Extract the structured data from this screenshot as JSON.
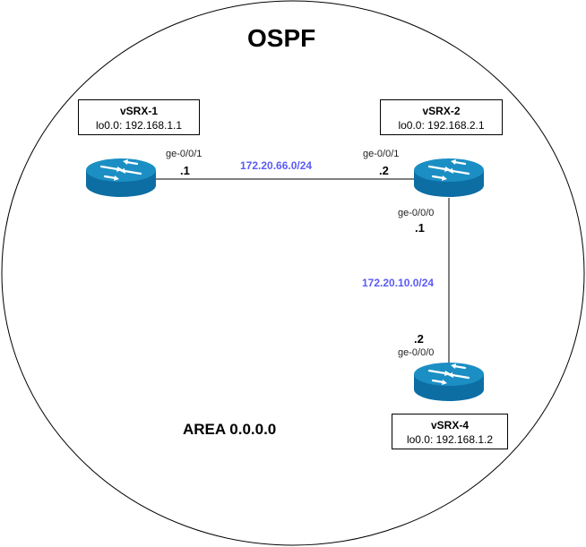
{
  "title": "OSPF",
  "area_label": "AREA 0.0.0.0",
  "colors": {
    "router_top": "#1b8fc4",
    "router_side": "#0d6ea3",
    "network_label": "#5b5bf5"
  },
  "routers": [
    {
      "name": "vSRX-1",
      "loopback": "lo0.0: 192.168.1.1",
      "icon": "router-icon"
    },
    {
      "name": "vSRX-2",
      "loopback": "lo0.0: 192.168.2.1",
      "icon": "router-icon"
    },
    {
      "name": "vSRX-4",
      "loopback": "lo0.0: 192.168.1.2",
      "icon": "router-icon"
    }
  ],
  "links": [
    {
      "network": "172.20.66.0/24",
      "a": {
        "interface": "ge-0/0/1",
        "ip": ".1"
      },
      "b": {
        "interface": "ge-0/0/1",
        "ip": ".2"
      }
    },
    {
      "network": "172.20.10.0/24",
      "a": {
        "interface": "ge-0/0/0",
        "ip": ".1"
      },
      "b": {
        "interface": "ge-0/0/0",
        "ip": ".2"
      }
    }
  ]
}
